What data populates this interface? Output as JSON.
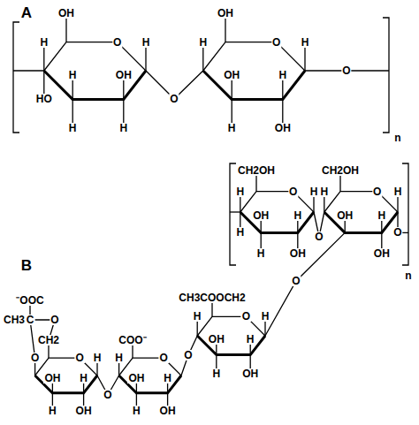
{
  "diagram": {
    "labels": [
      "A",
      "n",
      "OH",
      "O",
      "H",
      "HO",
      "H",
      "H",
      "OH",
      "H",
      "H",
      "O",
      "OH",
      "O",
      "H",
      "OH",
      "H",
      "H",
      "OH",
      "H",
      "O",
      "B",
      "n",
      "CH2OH",
      "O",
      "H",
      "H",
      "OH",
      "H",
      "H",
      "OH",
      "H",
      "O",
      "CH2OH",
      "O",
      "H",
      "OH",
      "H",
      "OH",
      "H",
      "O",
      "O",
      "CH3COOCH2",
      "O",
      "H",
      "OH",
      "H",
      "H",
      "OH",
      "H",
      "O",
      "COO⁻",
      "O",
      "H",
      "OH",
      "H",
      "H",
      "OH",
      "O",
      "CH2",
      "O",
      "O",
      "OH",
      "H",
      "H",
      "OH",
      "H",
      "C",
      "O",
      "⁻OOC",
      "CH3"
    ]
  }
}
